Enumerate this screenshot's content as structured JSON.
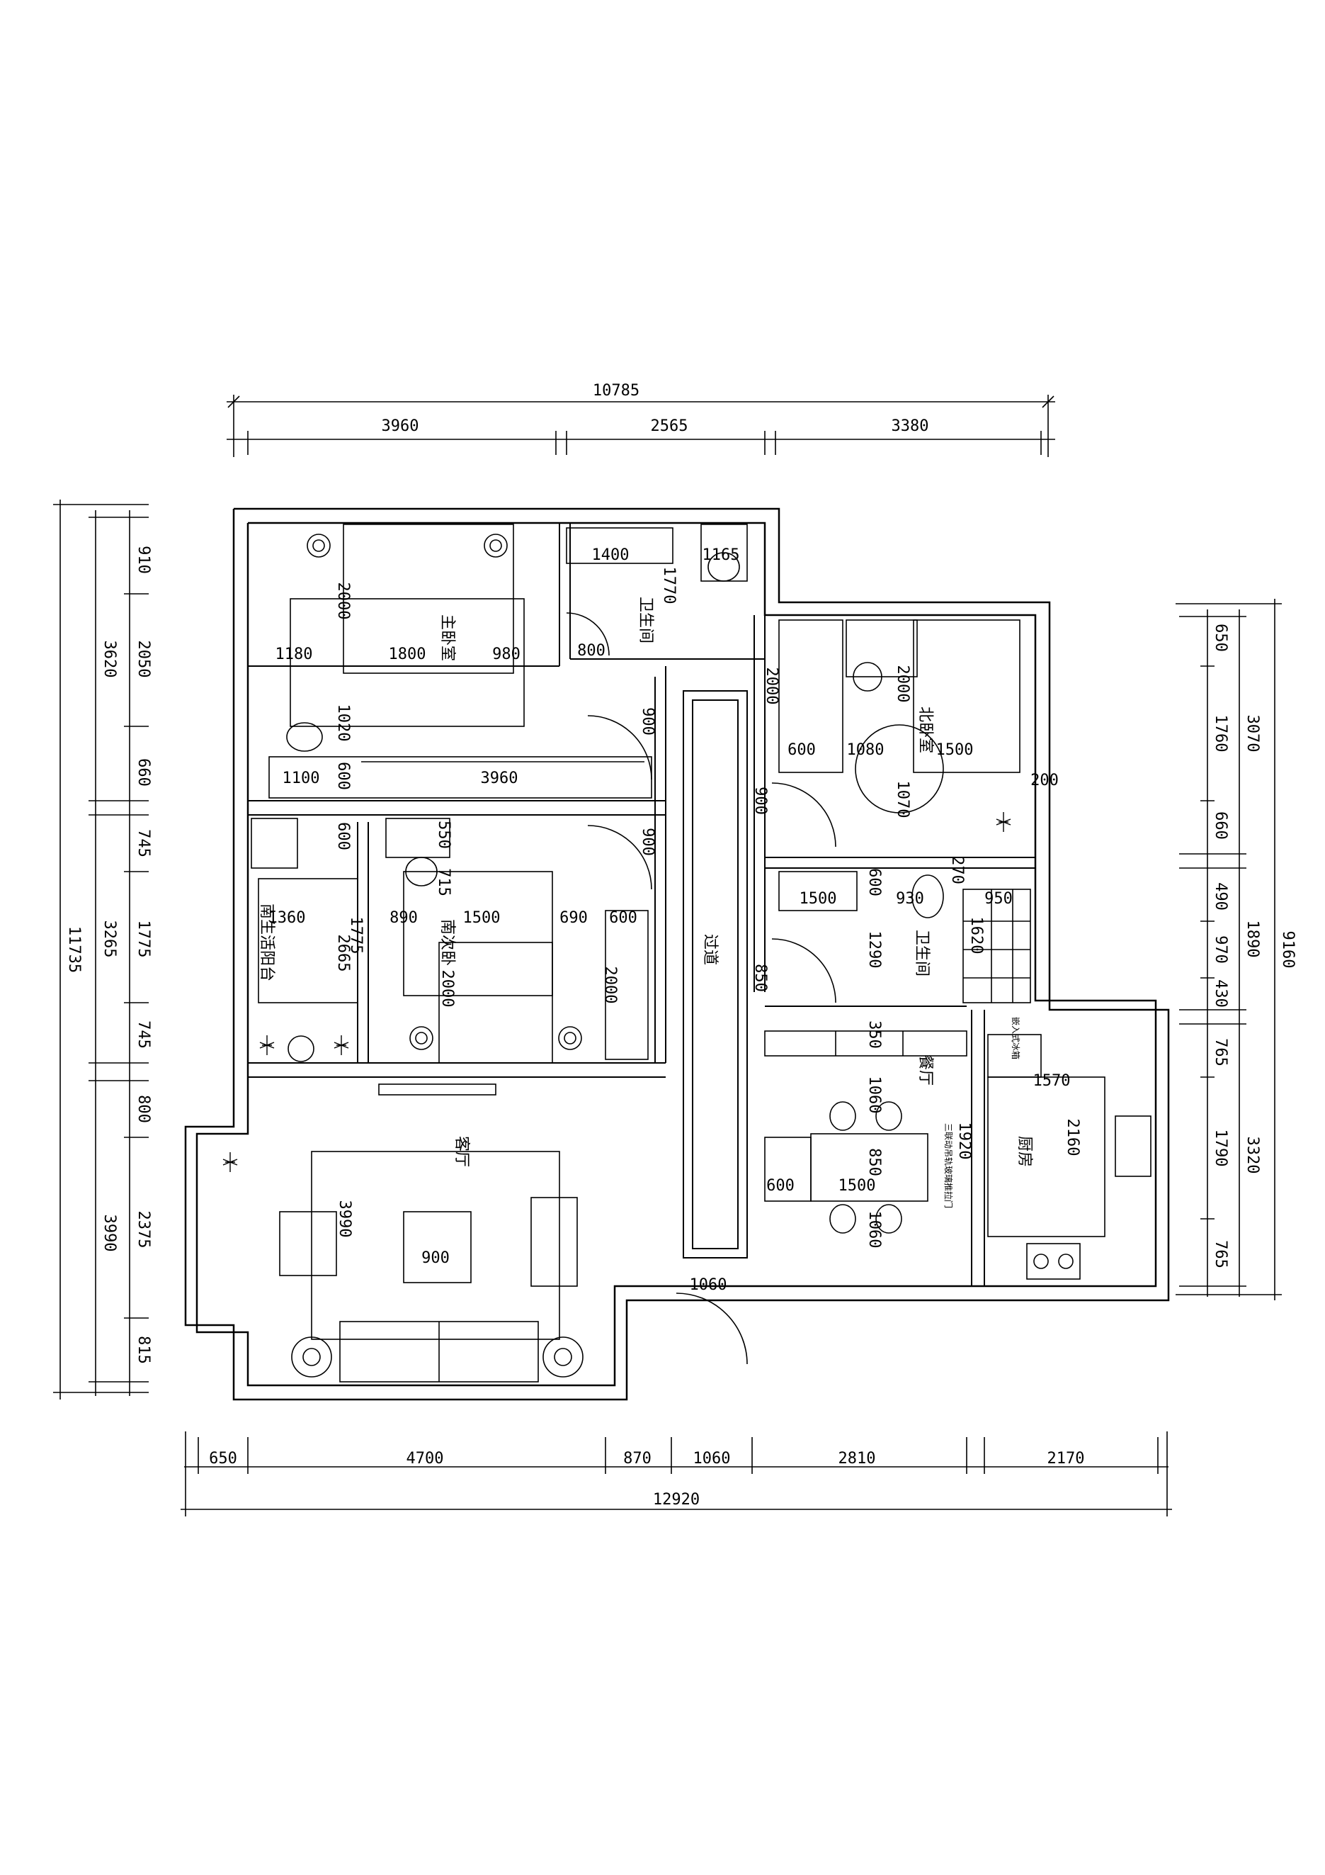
{
  "top_dims": {
    "total": "10785",
    "a": "3960",
    "b": "2565",
    "c": "3380"
  },
  "bottom_dims": {
    "total": "12920",
    "a": "650",
    "b": "4700",
    "c": "870",
    "d": "1060",
    "e": "2810",
    "f": "2170"
  },
  "left_dims": {
    "total": "11735",
    "g1": "3620",
    "g2": "3265",
    "g3": "3990",
    "s1": "910",
    "s2": "2050",
    "s3": "660",
    "s4": "745",
    "s5": "1775",
    "s6": "745",
    "s7": "800",
    "s8": "2375",
    "s9": "815"
  },
  "right_dims": {
    "total": "9160",
    "g1": "3070",
    "g2": "1890",
    "g3": "3320",
    "s1": "650",
    "s2": "1760",
    "s3": "660",
    "s4": "490",
    "s5": "970",
    "s6": "430",
    "s7": "765",
    "s8": "1790",
    "s9": "765"
  },
  "rooms": {
    "master": "主卧室",
    "bath1": "卫生间",
    "north": "北卧室",
    "corridor": "过道",
    "bath2": "卫生间",
    "south2": "南次卧",
    "balcony": "南生活阳台",
    "living": "客厅",
    "dining": "餐厅",
    "kitchen": "厨房",
    "dining_note": "三联动吊轨玻璃推拉门",
    "fridge": "嵌入式冰箱"
  },
  "inner_dims": {
    "m2000": "2000",
    "m1180": "1180",
    "m1800": "1800",
    "m980": "980",
    "m1020": "1020",
    "m1100": "1100",
    "m600": "600",
    "m3960": "3960",
    "m900a": "900",
    "m900b": "900",
    "b1400": "1400",
    "b1165": "1165",
    "b1770": "1770",
    "b800": "800",
    "n2000a": "2000",
    "n2000b": "2000",
    "n600": "600",
    "n1080": "1080",
    "n1500": "1500",
    "n900": "900",
    "n1070": "1070",
    "n200": "200",
    "w1500": "1500",
    "w600": "600",
    "w930": "930",
    "w270": "270",
    "w950": "950",
    "w1620": "1620",
    "w1290": "1290",
    "w850": "850",
    "s600a": "600",
    "s550": "550",
    "s715": "715",
    "s1360": "1360",
    "s1775": "1775",
    "s2665": "2665",
    "s890": "890",
    "s1500": "1500",
    "s690": "690",
    "s600b": "600",
    "s2000a": "2000",
    "s2000b": "2000",
    "d350": "350",
    "d1060a": "1060",
    "d1920": "1920",
    "d850": "850",
    "d600": "600",
    "d1500": "1500",
    "d1060b": "1060",
    "k1570": "1570",
    "k2160": "2160",
    "l3990": "3990",
    "l900": "900",
    "e1060": "1060"
  }
}
